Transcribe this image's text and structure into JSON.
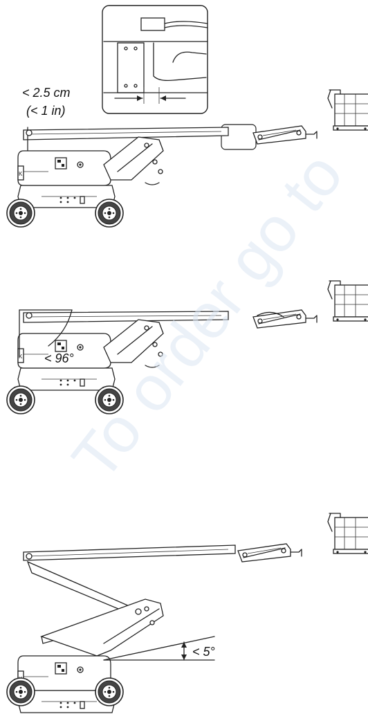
{
  "watermark": "To order go to",
  "figures": [
    {
      "id": "jib-clearance",
      "gap_label": "< 2.5 cm",
      "gap_label_imperial": "(< 1 in)"
    },
    {
      "id": "turntable-rotation",
      "angle_label": "< 96°"
    },
    {
      "id": "boom-slope",
      "angle_label": "< 5°"
    }
  ],
  "colors": {
    "line": "#222222",
    "watermark": "#dbe6f4",
    "background": "#ffffff"
  }
}
